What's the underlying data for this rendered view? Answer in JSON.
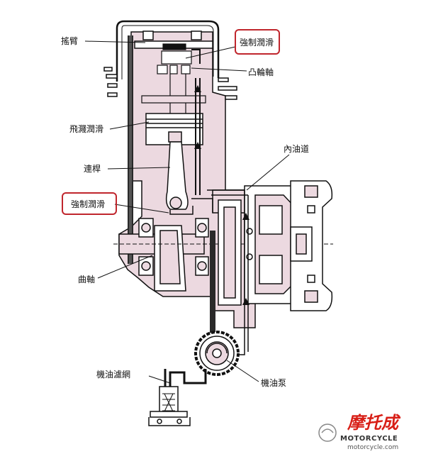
{
  "labels": {
    "rocker_arm": "搖臂",
    "forced_lube_top": "強制潤滑",
    "camshaft": "凸輪軸",
    "splash_lube": "飛濺潤滑",
    "connecting_rod": "連桿",
    "inner_oil_passage": "內油道",
    "forced_lube_mid": "強制潤滑",
    "crankshaft": "曲軸",
    "oil_filter_screen": "機油濾網",
    "oil_pump": "機油泵"
  },
  "watermark": {
    "text": "摩托成",
    "en": "MOTORCYCLE",
    "url": "motorcycle.com"
  },
  "colors": {
    "highlight": "#c0262d",
    "shade": "#ecd9e0",
    "line": "#111111",
    "watermark": "#d81e16"
  }
}
